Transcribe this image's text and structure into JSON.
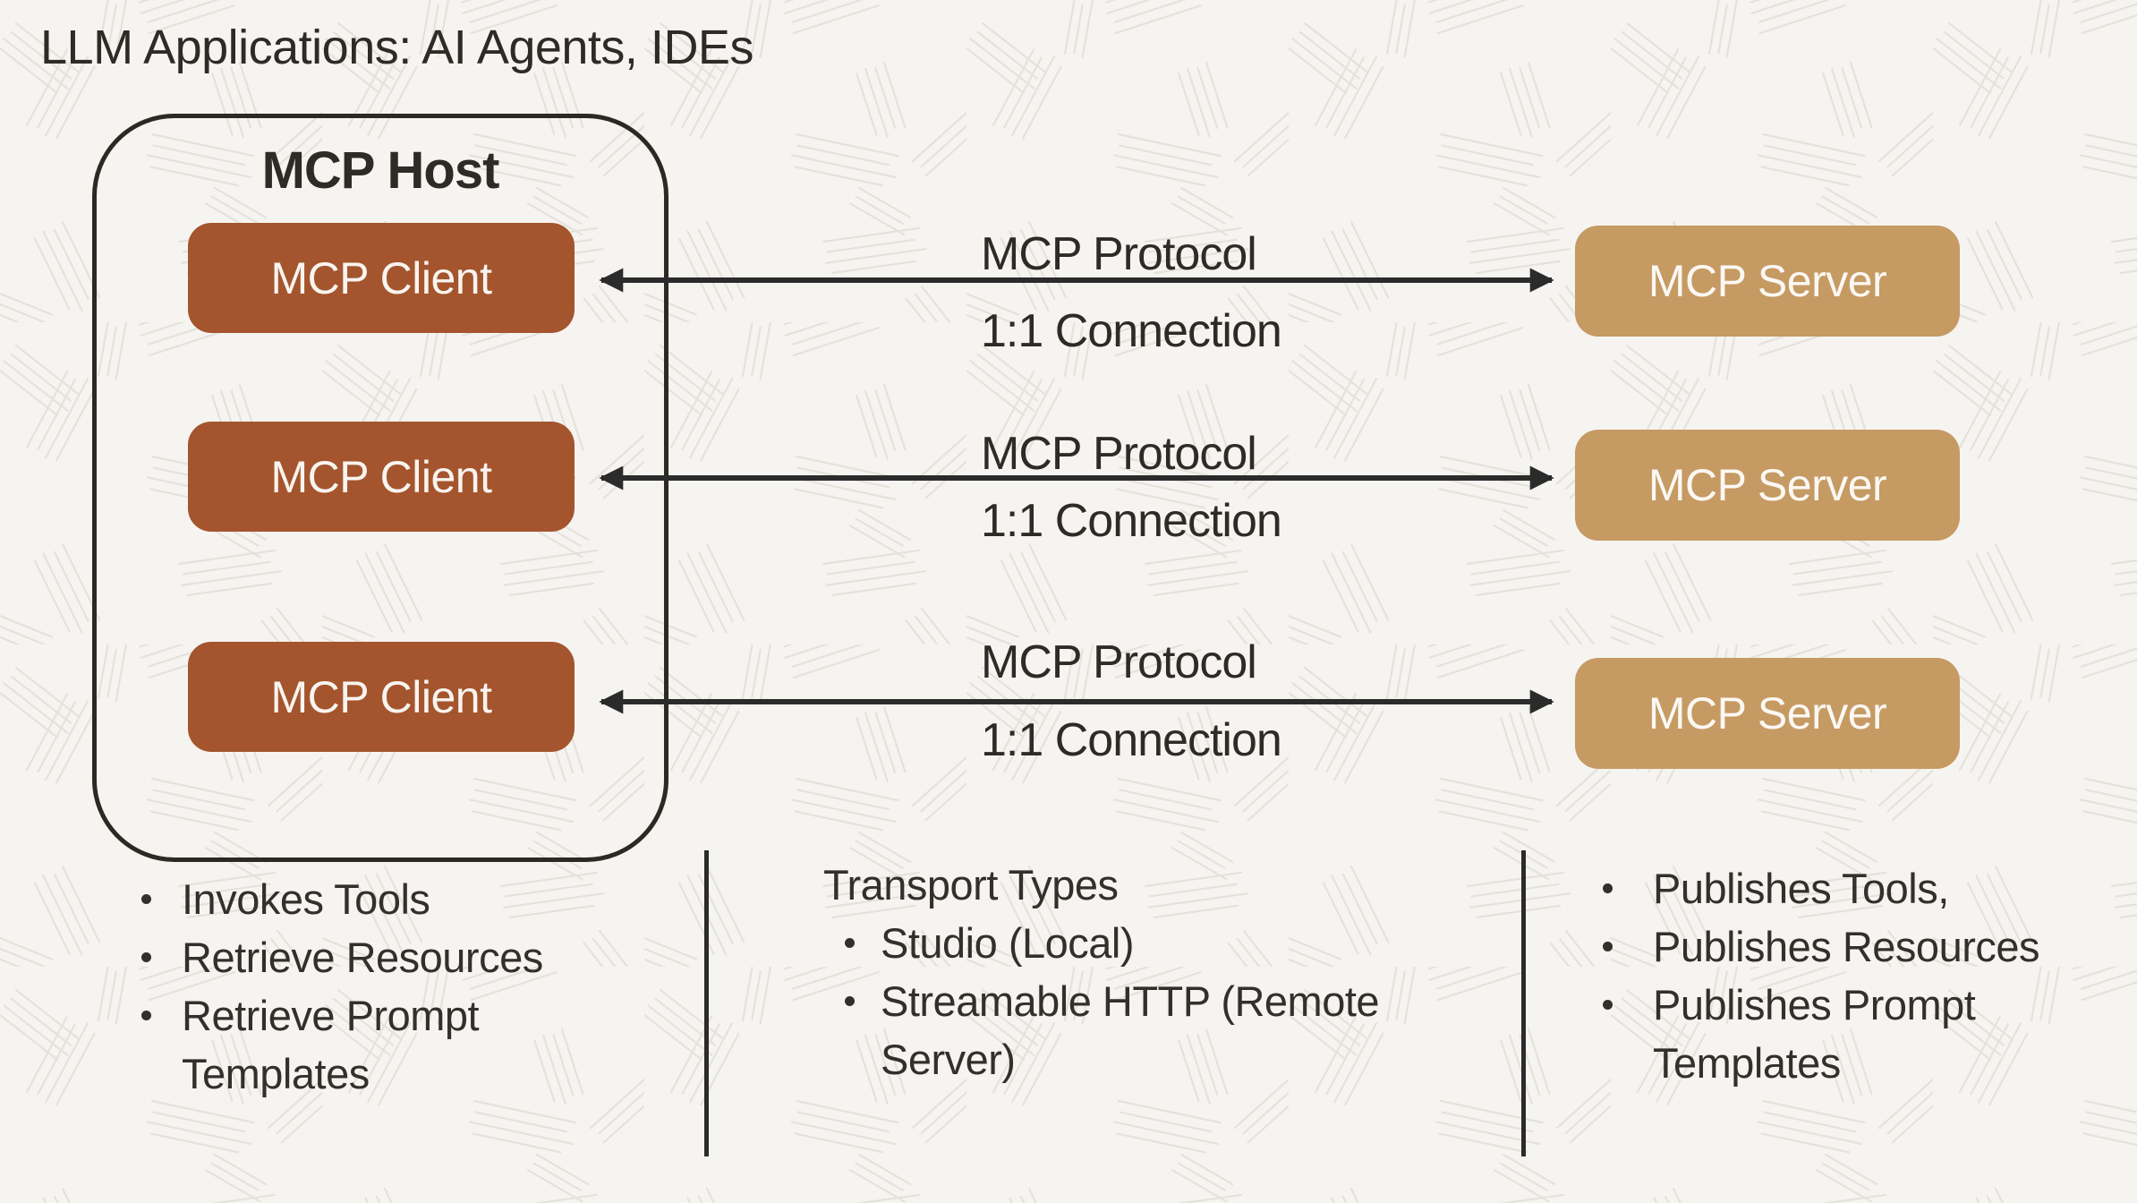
{
  "title": "LLM Applications: AI Agents, IDEs",
  "host": {
    "label": "MCP Host",
    "clients": [
      "MCP Client",
      "MCP Client",
      "MCP Client"
    ]
  },
  "servers": [
    "MCP Server",
    "MCP Server",
    "MCP Server"
  ],
  "connections": [
    {
      "protocol": "MCP Protocol",
      "connection": "1:1 Connection"
    },
    {
      "protocol": "MCP Protocol",
      "connection": "1:1 Connection"
    },
    {
      "protocol": "MCP Protocol",
      "connection": "1:1 Connection"
    }
  ],
  "columns": {
    "host_capabilities": {
      "items": [
        "Invokes Tools",
        "Retrieve Resources",
        "Retrieve Prompt Templates"
      ]
    },
    "transport": {
      "heading": "Transport Types",
      "items": [
        "Studio (Local)",
        "Streamable HTTP (Remote Server)"
      ]
    },
    "server_capabilities": {
      "items": [
        "Publishes Tools,",
        "Publishes Resources",
        "Publishes Prompt Templates"
      ]
    }
  },
  "colors": {
    "client_box": "#A4552E",
    "server_box": "#C69A63",
    "ink": "#2B2B2B",
    "background": "#F6F4F1",
    "texture_stroke": "#E1DDD6"
  }
}
